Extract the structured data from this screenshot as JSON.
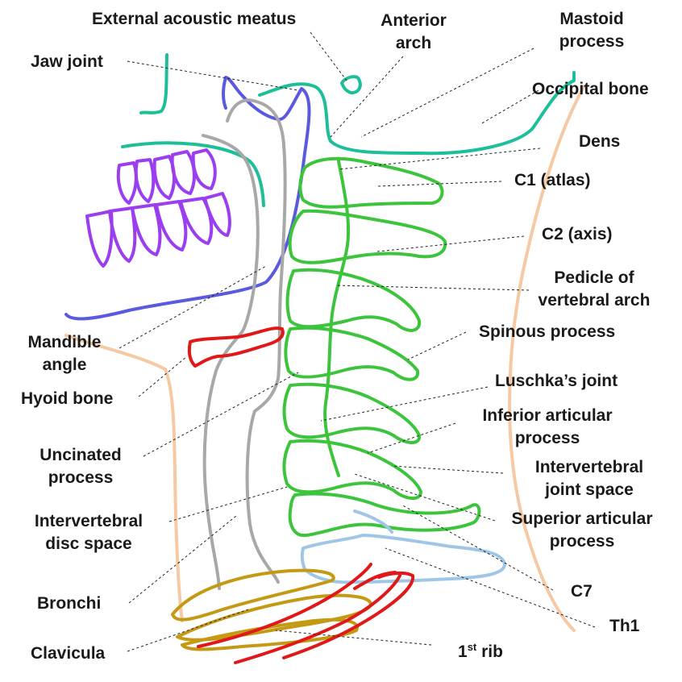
{
  "colors": {
    "cervical_vertebrae": "#3cc43c",
    "skull_base": "#1dbf99",
    "mandible": "#5a5ae0",
    "teeth": "#9b3ef0",
    "airway": "#a8a8a8",
    "hyoid": "#e01818",
    "skin": "#f5c9a3",
    "thoracic_vertebra": "#9fc6e6",
    "clavicula": "#c49a14",
    "rib": "#e01818"
  },
  "labels": {
    "external_acoustic_meatus": "External acoustic meatus",
    "anterior_arch": [
      "Anterior",
      "arch"
    ],
    "mastoid_process": [
      "Mastoid",
      "process"
    ],
    "jaw_joint": "Jaw joint",
    "occipital_bone": "Occipital bone",
    "dens": "Dens",
    "c1": "C1 (atlas)",
    "c2": "C2 (axis)",
    "pedicle": [
      "Pedicle of",
      "vertebral arch"
    ],
    "spinous_process": "Spinous process",
    "luschka_joint": "Luschka’s joint",
    "inferior_articular": [
      "Inferior articular",
      "process"
    ],
    "intervertebral_joint": [
      "Intervertebral",
      "joint space"
    ],
    "superior_articular": [
      "Superior articular",
      "process"
    ],
    "c7": "C7",
    "th1": "Th1",
    "first_rib_num": "1",
    "first_rib_sup": "st",
    "first_rib_word": " rib",
    "mandible_angle": [
      "Mandible",
      "angle"
    ],
    "hyoid_bone": "Hyoid bone",
    "uncinated_process": [
      "Uncinated",
      "process"
    ],
    "intervertebral_disc": [
      "Intervertebral",
      "disc space"
    ],
    "bronchi": "Bronchi",
    "clavicula": "Clavicula"
  }
}
